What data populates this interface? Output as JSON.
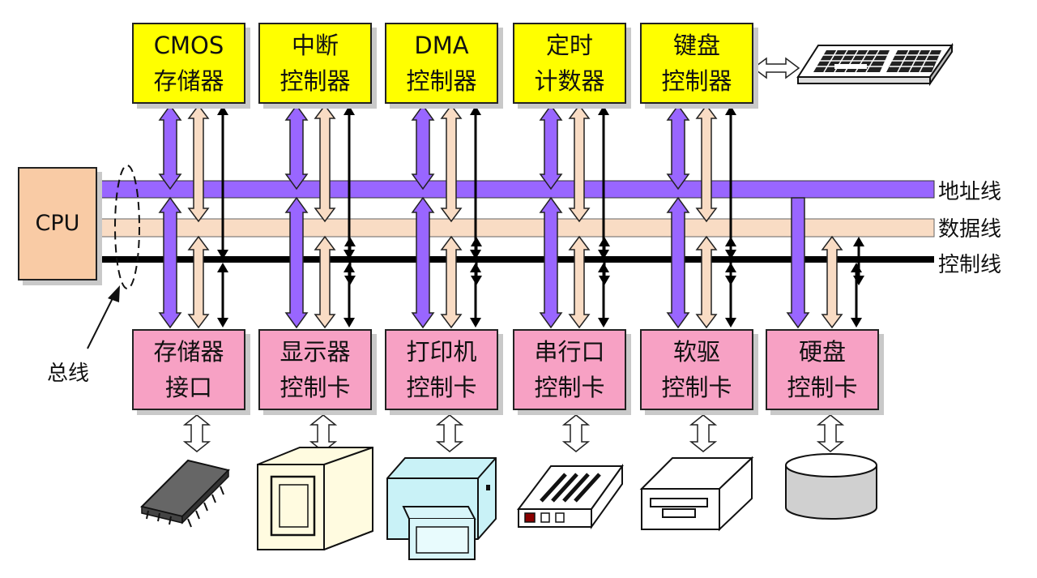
{
  "cpu": {
    "label": "CPU"
  },
  "bus_lines": {
    "address": "地址线",
    "data": "数据线",
    "control": "控制线"
  },
  "bus_label": "总线",
  "top_boxes": [
    {
      "line1": "CMOS",
      "line2": "存储器"
    },
    {
      "line1": "中断",
      "line2": "控制器"
    },
    {
      "line1": "DMA",
      "line2": "控制器"
    },
    {
      "line1": "定时",
      "line2": "计数器"
    },
    {
      "line1": "键盘",
      "line2": "控制器"
    }
  ],
  "bottom_boxes": [
    {
      "line1": "存储器",
      "line2": "接口"
    },
    {
      "line1": "显示器",
      "line2": "控制卡"
    },
    {
      "line1": "打印机",
      "line2": "控制卡"
    },
    {
      "line1": "串行口",
      "line2": "控制卡"
    },
    {
      "line1": "软驱",
      "line2": "控制卡"
    },
    {
      "line1": "硬盘",
      "line2": "控制卡"
    }
  ],
  "devices": [
    "memory-chip-icon",
    "monitor-icon",
    "printer-icon",
    "serial-port-icon",
    "floppy-drive-icon",
    "hard-disk-icon",
    "keyboard-icon"
  ],
  "colors": {
    "address_line": "#9966ff",
    "data_line": "#f9dcc4",
    "control_line": "#000000",
    "top_box": "#ffff00",
    "bottom_box": "#f7a1c4",
    "cpu_box": "#f9cba5"
  }
}
